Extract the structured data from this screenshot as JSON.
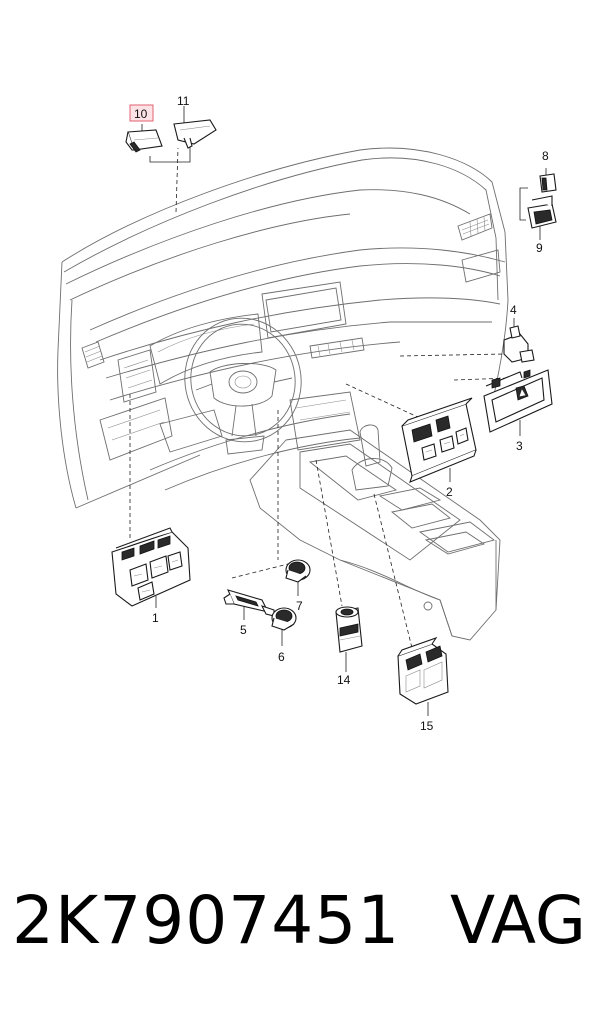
{
  "callouts": {
    "c1": "1",
    "c2": "2",
    "c3": "3",
    "c4": "4",
    "c5": "5",
    "c6": "6",
    "c7": "7",
    "c8": "8",
    "c9": "9",
    "c10": "10",
    "c11": "11",
    "c14": "14",
    "c15": "15"
  },
  "highlight_color": "#e06070",
  "footer": {
    "part_number": "2K7907451",
    "brand": "VAG"
  }
}
